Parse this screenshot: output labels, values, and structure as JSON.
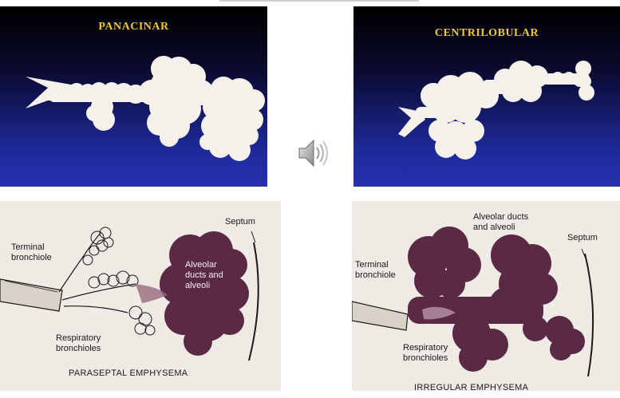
{
  "panels": {
    "panacinar": {
      "title": "PANACINAR"
    },
    "centrilobular": {
      "title": "CENTRILOBULAR"
    },
    "paraseptal": {
      "labels": {
        "septum": "Septum",
        "terminal_bronchiole": "Terminal\nbronchiole",
        "alveolar_ducts": "Alveolar\nducts and\nalveoli",
        "respiratory_bronchioles": "Respiratory\nbronchioles"
      },
      "caption": "PARASEPTAL EMPHYSEMA"
    },
    "irregular": {
      "labels": {
        "alveolar_ducts": "Alveolar ducts\nand alveoli",
        "septum": "Septum",
        "terminal_bronchiole": "Terminal\nbronchiole",
        "respiratory_bronchioles": "Respiratory\nbronchioles"
      },
      "caption": "IRREGULAR EMPHYSEMA"
    }
  },
  "colors": {
    "slide_title": "#f2c832",
    "lobule_fill": "#f4f1ea",
    "shaded_region": "#5a2a44"
  },
  "audio": {
    "icon": "speaker-icon"
  }
}
